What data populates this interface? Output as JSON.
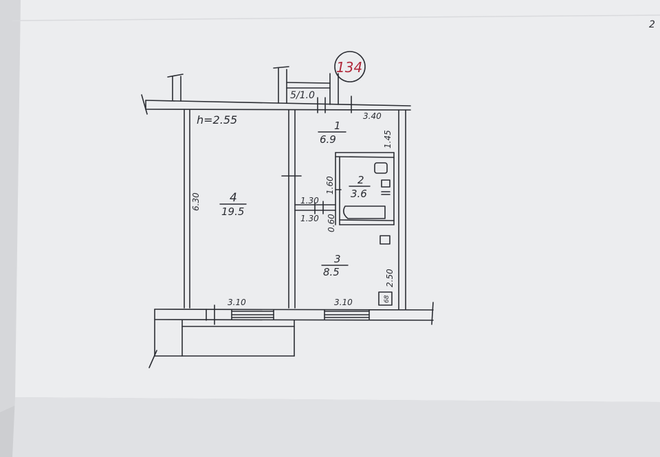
{
  "page_corner_mark": "2",
  "stamp_number": "134",
  "ceiling_height": "h=2.55",
  "balcony_area": "5/1.0",
  "rooms": [
    {
      "number": "1",
      "area": "6.9"
    },
    {
      "number": "2",
      "area": "3.6"
    },
    {
      "number": "3",
      "area": "8.5"
    },
    {
      "number": "4",
      "area": "19.5"
    }
  ],
  "dimensions": {
    "hall_width": "3.40",
    "hall_depth": "1.45",
    "bath_height": "1.60",
    "bath_width_top": "1.30",
    "bath_width_bottom": "1.30",
    "passage": "0.60",
    "kitchen_depth": "2.50",
    "room4_depth": "6.30",
    "room4_width": "3.10",
    "kitchen_width": "3.10"
  },
  "stove_label": "68"
}
